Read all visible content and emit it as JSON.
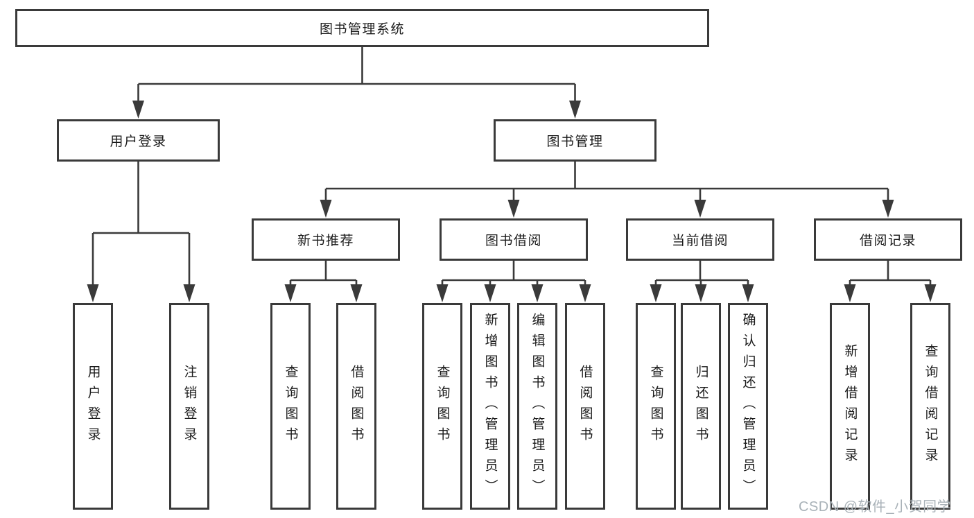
{
  "title": "图书管理系统",
  "level1": {
    "login": "用户登录",
    "manage": "图书管理"
  },
  "level2": {
    "recommend": "新书推荐",
    "borrow": "图书借阅",
    "current": "当前借阅",
    "records": "借阅记录"
  },
  "leaves": {
    "login": [
      "用户登录",
      "注销登录"
    ],
    "recommend": [
      "查询图书",
      "借阅图书"
    ],
    "borrow": [
      "查询图书",
      "新增图书（管理员）",
      "编辑图书（管理员）",
      "借阅图书"
    ],
    "current": [
      "查询图书",
      "归还图书",
      "确认归还（管理员）"
    ],
    "records": [
      "新增借阅记录",
      "查询借阅记录"
    ]
  },
  "watermark": "CSDN @软件_小贺同学",
  "colors": {
    "line": "#3a3a3a",
    "text": "#1a1a1a",
    "watermark": "#a9b2b8"
  }
}
